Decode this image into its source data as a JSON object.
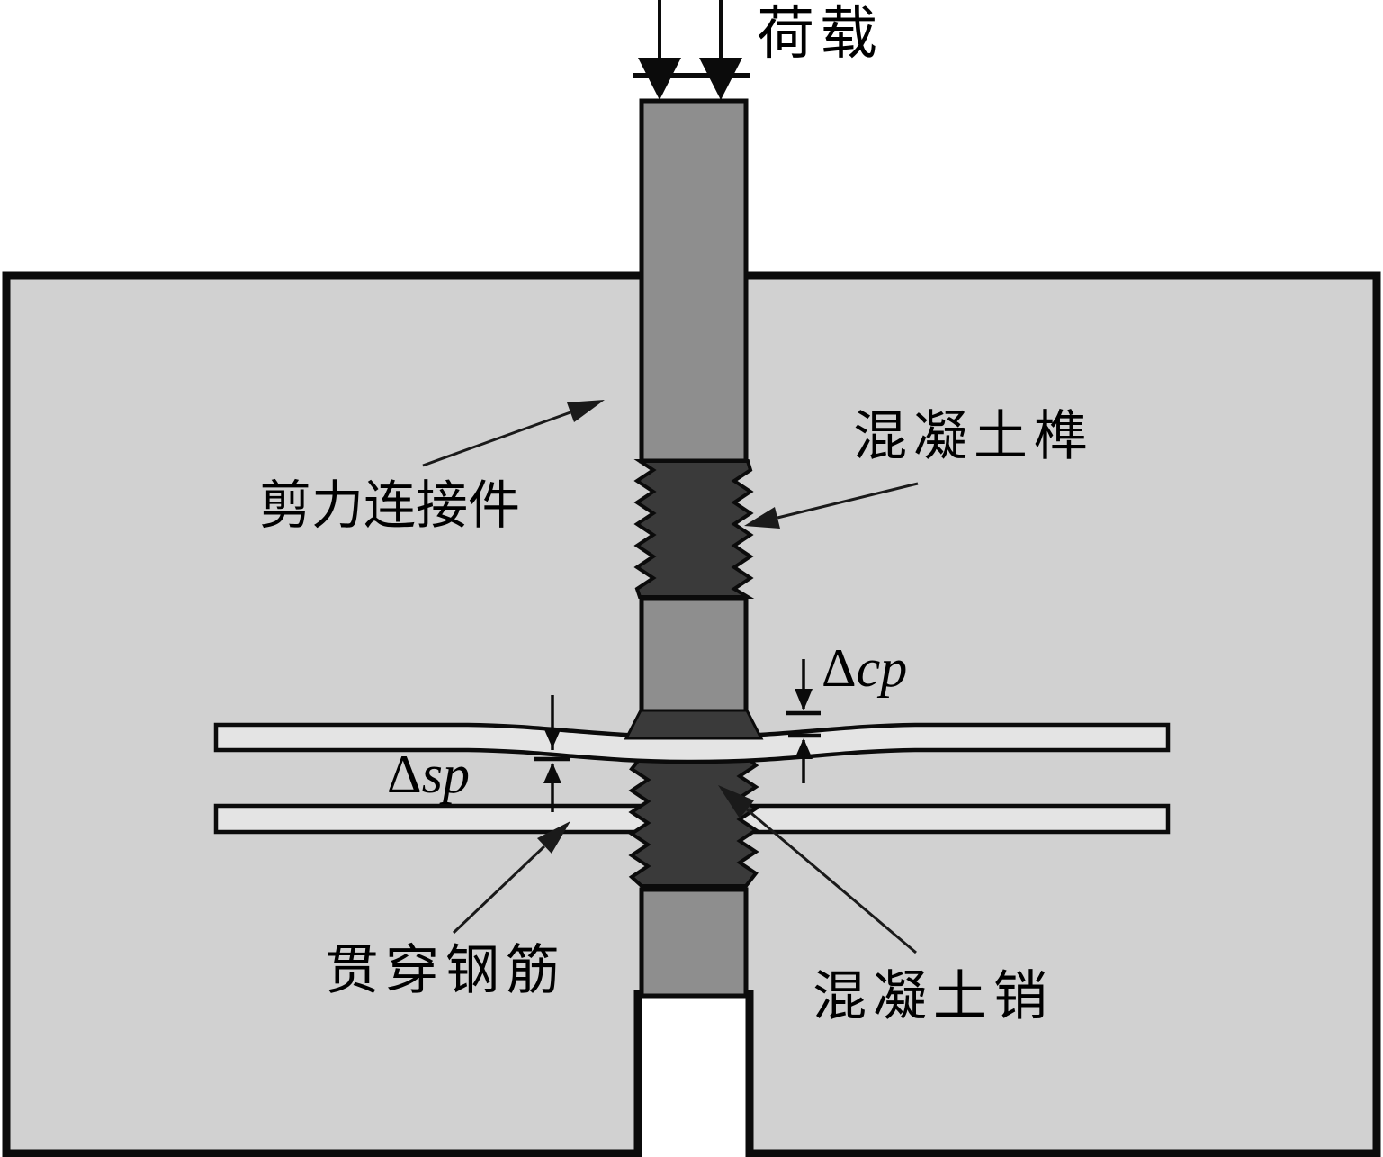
{
  "diagram": {
    "title_hint": "push-out test schematic of shear connector",
    "labels": {
      "load": "荷载",
      "shear_connector": "剪力连接件",
      "concrete_tenon": "混凝土榫",
      "through_rebar": "贯穿钢筋",
      "concrete_dowel": "混凝土销"
    },
    "dimensions": {
      "cp": {
        "delta": "Δ",
        "name": "cp"
      },
      "sp": {
        "delta": "Δ",
        "name": "sp"
      }
    },
    "colors": {
      "background": "#ffffff",
      "concrete_block": "#d1d1d1",
      "connector_column": "#8e8e8e",
      "dark_dowel": "#3a3a3a",
      "rebar": "#e4e4e4",
      "line": "#000000"
    }
  }
}
